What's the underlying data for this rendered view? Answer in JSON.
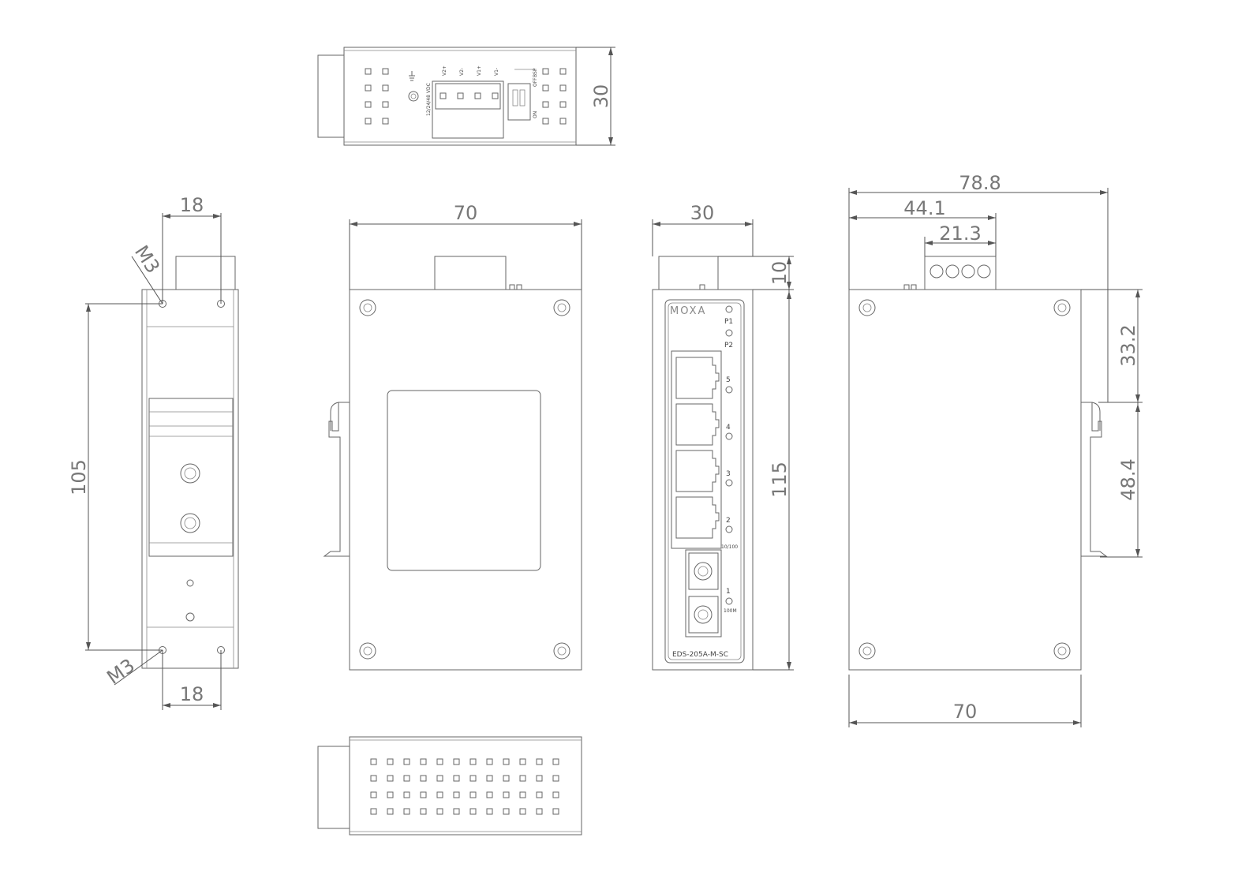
{
  "dimensions": {
    "top_view_height": "30",
    "side_mount_width_top": "18",
    "side_mount_width_bottom": "18",
    "side_hole_label_top": "M3",
    "side_hole_label_bottom": "M3",
    "side_hole_spacing": "105",
    "front_width": "70",
    "panel_depth": "30",
    "terminal_height": "10",
    "panel_height": "115",
    "rear_overall": "78.8",
    "rear_terminal_offset": "44.1",
    "rear_terminal_width": "21.3",
    "rear_rail_top": "33.2",
    "rear_rail_height": "48.4",
    "rear_width": "70"
  },
  "front_panel": {
    "logo": "MOXA",
    "led_p1": "P1",
    "led_p2": "P2",
    "port5": "5",
    "port4": "4",
    "port3": "3",
    "port2": "2",
    "copper_speed": "10/100",
    "port1": "1",
    "fiber_speed": "100M",
    "model": "EDS-205A-M-SC"
  },
  "top_panel": {
    "v2_plus": "V2+",
    "v2_minus": "V2-",
    "v1_plus": "V1+",
    "v1_minus": "V1-",
    "voltage": "12/24/48 VDC",
    "bsp": "BSP",
    "off": "OFF",
    "on": "ON"
  }
}
